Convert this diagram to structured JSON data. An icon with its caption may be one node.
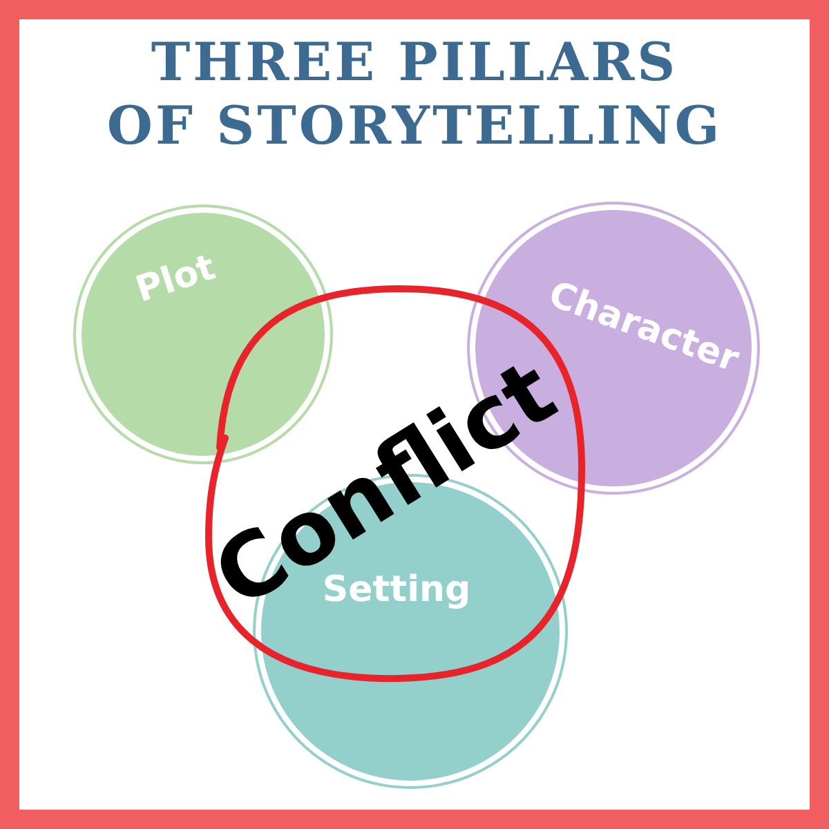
{
  "diagram": {
    "title": "THREE PILLARS OF STORYTELLING",
    "nodes": [
      {
        "text": [
          "Plot"
        ]
      },
      {
        "text": [
          "Character"
        ]
      },
      {
        "text": [
          "Setting"
        ]
      },
      {
        "text": [
          "Conflict"
        ]
      }
    ]
  }
}
